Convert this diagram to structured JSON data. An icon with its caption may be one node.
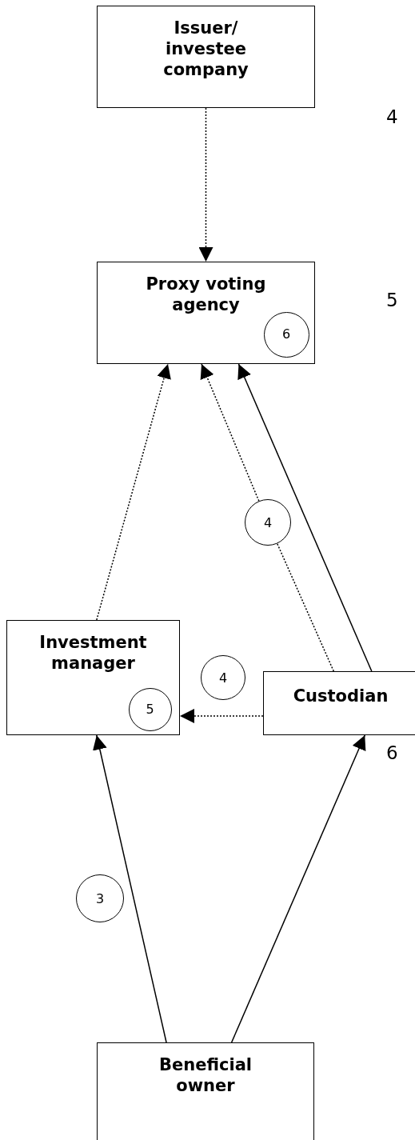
{
  "diagram": {
    "nodes": [
      {
        "text": [
          "Issuer/ investee company"
        ]
      },
      {
        "text": [
          "Proxy voting agency"
        ]
      },
      {
        "text": [
          "6"
        ],
        "in": 1
      },
      {
        "text": [
          "Investment manager"
        ]
      },
      {
        "text": [
          "5"
        ],
        "in": 3
      },
      {
        "text": [
          "Custodian"
        ]
      },
      {
        "text": [
          "4"
        ]
      },
      {
        "text": [
          "4"
        ]
      },
      {
        "text": [
          "3"
        ]
      },
      {
        "text": [
          "Beneficial owner"
        ]
      }
    ],
    "edges": [
      {
        "from": 0,
        "to": 1,
        "arrow": "to",
        "style": "dashed"
      },
      {
        "from": 3,
        "to": 1,
        "arrow": "to",
        "style": "dashed"
      },
      {
        "from": 5,
        "to": 7,
        "arrow": "none",
        "style": "dashed"
      },
      {
        "from": 7,
        "to": 1,
        "arrow": "to",
        "style": "dashed"
      },
      {
        "from": 5,
        "to": 1,
        "arrow": "to"
      },
      {
        "from": 5,
        "to": 3,
        "arrow": "to",
        "style": "dashed"
      },
      {
        "from": 9,
        "to": 3,
        "arrow": "to"
      },
      {
        "from": 9,
        "to": 5,
        "arrow": "to"
      }
    ],
    "labels": [
      "4",
      "5",
      "6"
    ]
  }
}
